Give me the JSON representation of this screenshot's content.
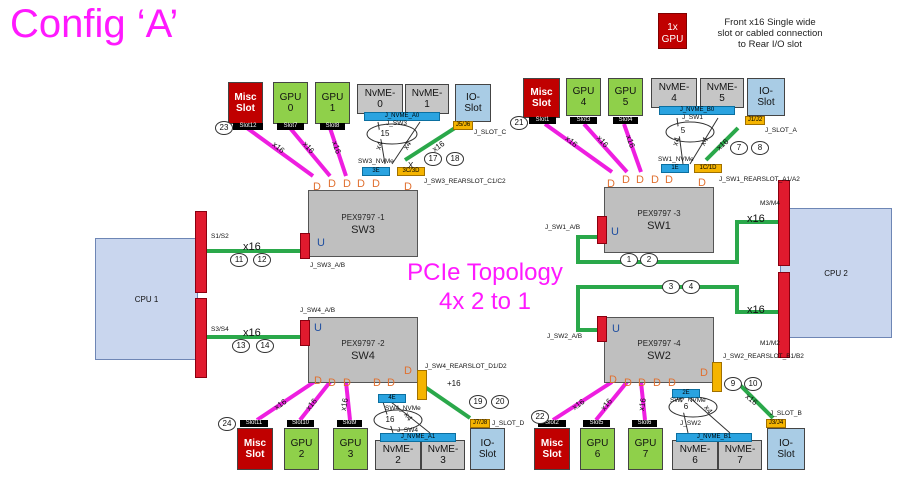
{
  "title": "Config ‘A’",
  "center_title_line1": "PCIe Topology",
  "center_title_line2": "4x 2 to 1",
  "legend": {
    "box_line1": "1x",
    "box_line2": "GPU",
    "text_line1": "Front x16 Single wide",
    "text_line2": "slot or cabled connection",
    "text_line3": "to Rear I/O slot"
  },
  "cpu1": "CPU 1",
  "cpu2": "CPU 2",
  "sw3": {
    "part": "PEX9797 -1",
    "name": "SW3"
  },
  "sw1": {
    "part": "PEX9797 -3",
    "name": "SW1"
  },
  "sw4": {
    "part": "PEX9797 -2",
    "name": "SW4"
  },
  "sw2": {
    "part": "PEX9797 -4",
    "name": "SW2"
  },
  "port_d": "D",
  "port_u": "U",
  "link_x16": "x16",
  "link_x4": "x4",
  "link_x": "X",
  "link_plus16": "+16",
  "slots": {
    "misc": "Misc\nSlot",
    "gpu0": "GPU\n0",
    "gpu1": "GPU\n1",
    "nvme0": "NvME-\n0",
    "nvme1": "NvME-\n1",
    "io": "IO-\nSlot",
    "gpu4": "GPU\n4",
    "gpu5": "GPU\n5",
    "nvme4": "NvME-\n4",
    "nvme5": "NvME-\n5",
    "gpu2": "GPU\n2",
    "gpu3": "GPU\n3",
    "nvme2": "NvME-\n2",
    "nvme3": "NvME-\n3",
    "gpu6": "GPU\n6",
    "gpu7": "GPU\n7",
    "nvme6": "NvME-\n6",
    "nvme7": "NvME-\n7"
  },
  "tags": {
    "slot12": "Slot12",
    "slot7": "Slot7",
    "slot8": "Slot8",
    "j_nvme_a0": "J_NVME_A0",
    "j5j6": "J5/J6",
    "j_slot_c": "J_SLOT_C",
    "slot1": "Slot1",
    "slot3": "Slot3",
    "slot4": "Slot4",
    "j_nvme_b0": "J_NVME_B0",
    "j1j2": "J1/J2",
    "j_slot_a": "J_SLOT_A",
    "slot11": "Slot11",
    "slot10": "Slot10",
    "slot9": "Slot9",
    "j_nvme_a1": "J_NVME_A1",
    "j7j8": "J7/J8",
    "j_slot_d": "J_SLOT_D",
    "slot2": "Slot2",
    "slot5": "Slot5",
    "slot6": "Slot6",
    "j_nvme_b1": "J_NVME_B1",
    "j3j4": "J3/J4",
    "j_slot_b": "J_SLOT_B",
    "sw3_nvme": "SW3_NVMe",
    "sw1_nvme": "SW1_NVMe",
    "sw4_nvme": "SW4_NVMe",
    "sw2_nvme": "SW2_NVMe",
    "j_sw3": "J_SW3",
    "j_sw1": "J_SW1",
    "j_sw4": "J_SW4",
    "j_sw2": "J_SW2",
    "sw3_rear": "J_SW3_REARSLOT_C1/C2",
    "sw1_rear": "J_SW1_REARSLOT_A1/A2",
    "sw4_rear": "J_SW4_REARSLOT_D1/D2",
    "sw2_rear": "J_SW2_REARSLOT_B1/B2",
    "j_sw3_ab": "J_SW3_A/B",
    "j_sw1_ab": "J_SW1_A/B",
    "j_sw4_ab": "J_SW4_A/B",
    "j_sw2_ab": "J_SW2_A/B",
    "s1s2": "S1/S2",
    "s3s4": "S3/S4",
    "m3m4": "M3/M4",
    "m1m2": "M1/M2",
    "t3e": "3E",
    "t3c3d": "3C/3D",
    "t1e": "1E",
    "t1c1d": "1C/1D",
    "t4e": "4E",
    "t4c4d": "4C/4D",
    "t2e": "2E",
    "t2c2d": "2C/2D"
  },
  "numbers": {
    "n1": "1",
    "n2": "2",
    "n3": "3",
    "n4": "4",
    "n5": "5",
    "n6": "6",
    "n7": "7",
    "n8": "8",
    "n9": "9",
    "n10": "10",
    "n11": "11",
    "n12": "12",
    "n13": "13",
    "n14": "14",
    "n15": "15",
    "n16": "16",
    "n17": "17",
    "n18": "18",
    "n19": "19",
    "n20": "20",
    "n21": "21",
    "n22": "22",
    "n23": "23",
    "n24": "24"
  },
  "colors": {
    "title": "#ff19ff",
    "gpu_link": "#ee1ee0",
    "cpu_link": "#2aa84a",
    "misc": "#c00000",
    "gpu": "#8fd04a",
    "nvme": "#c6c6c6",
    "io": "#a9cce5",
    "switch": "#bfbfbf",
    "cpu": "#c9d6ee"
  }
}
